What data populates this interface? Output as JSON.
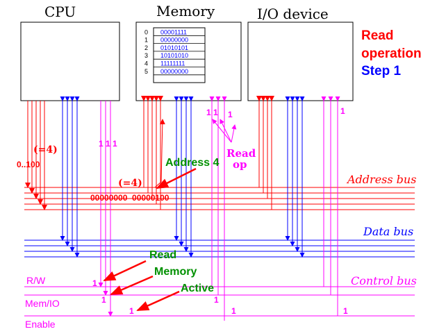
{
  "colors": {
    "address": "#ff0000",
    "data": "#0000ff",
    "control": "#ff00ff",
    "annotation_green": "#009000",
    "black": "#000000"
  },
  "units": {
    "cpu": "CPU",
    "memory": "Memory",
    "io": "I/O device"
  },
  "memory_table": [
    {
      "addr": "0",
      "value": "00001111"
    },
    {
      "addr": "1",
      "value": "00000000"
    },
    {
      "addr": "2",
      "value": "01010101"
    },
    {
      "addr": "3",
      "value": "10101010"
    },
    {
      "addr": "4",
      "value": "11111111"
    },
    {
      "addr": "5",
      "value": "00000000"
    }
  ],
  "status": {
    "line1": "Read",
    "line2": "operation",
    "line3": "Step 1"
  },
  "buses": {
    "address": "Address bus",
    "data": "Data bus",
    "control": "Control bus"
  },
  "control_lines": {
    "rw": "R/W",
    "memio": "Mem/IO",
    "enable": "Enable"
  },
  "annotations": {
    "eq4_left": "(=4)",
    "addr_low": "0..100",
    "cpu_ctrl_bits": "1 1 1",
    "address4": "Address 4",
    "eq4_mid": "(=4)",
    "bus_value": "00000000  00000100",
    "mem_ctrl_bits": "1 1",
    "mem_ctrl_bit3": "1",
    "read_op_1": "Read",
    "read_op_2": "op",
    "io_ctrl_bit": "1",
    "read": "Read",
    "memory": "Memory",
    "active": "Active",
    "bit_rw": "1",
    "bit_memio": "1",
    "bit_enable": "1",
    "bit_mem_memio": "1",
    "bit_mem_enable": "1",
    "bit_io_enable": "1"
  }
}
